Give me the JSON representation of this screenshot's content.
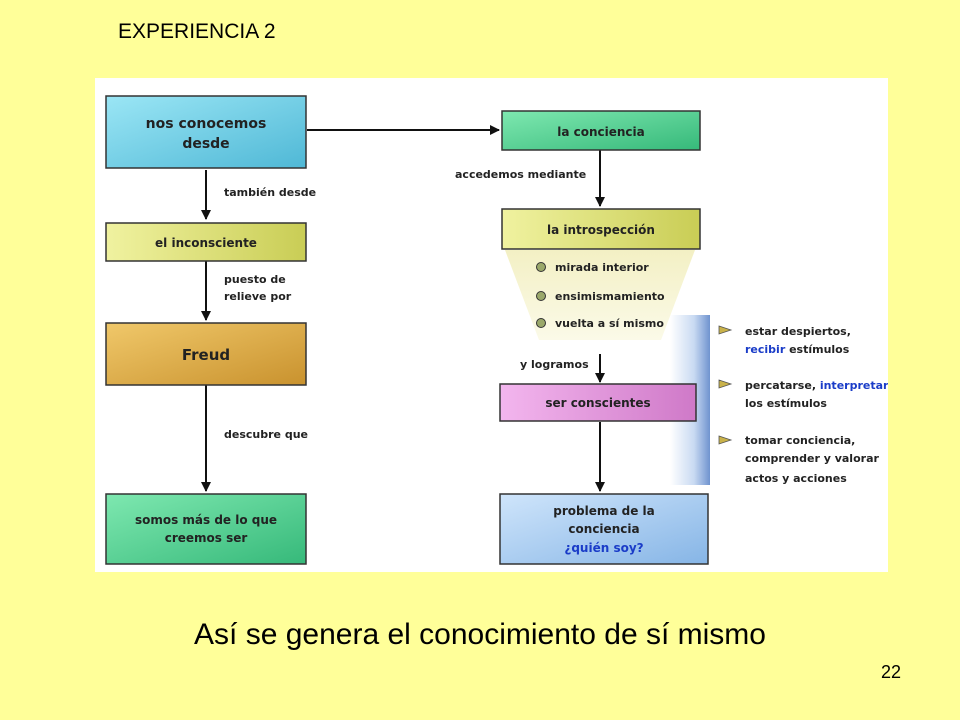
{
  "slide": {
    "title": "EXPERIENCIA 2",
    "caption": "Así se genera el conocimiento de sí mismo",
    "page_number": "22"
  },
  "diagram": {
    "boxes": {
      "nos_conocemos": [
        "nos conocemos",
        "desde"
      ],
      "inconsciente": "el inconsciente",
      "freud": "Freud",
      "somos_mas": [
        "somos más de lo que",
        "creemos ser"
      ],
      "conciencia": "la conciencia",
      "introspeccion": "la introspección",
      "ser_conscientes": "ser conscientes",
      "problema": [
        "problema de la",
        "conciencia"
      ],
      "problema_question": "¿quién soy?"
    },
    "connectors": {
      "tambien_desde": "también desde",
      "puesto_de": "puesto de",
      "relieve_por": "relieve por",
      "descubre_que": "descubre que",
      "accedemos_mediante": "accedemos mediante",
      "y_logramos": "y logramos"
    },
    "introspection_items": [
      "mirada interior",
      "ensimismamiento",
      "vuelta a sí mismo"
    ],
    "results": [
      {
        "lead": "estar despiertos,",
        "accent": "recibir",
        "rest": " estímulos"
      },
      {
        "lead": "percatarse, ",
        "accent": "interpretar",
        "rest": "los estímulos"
      },
      {
        "lead": "tomar conciencia,",
        "line2": "comprender y valorar",
        "line3": "actos y acciones"
      }
    ],
    "colors": {
      "cyan": "#7cd5e8",
      "yellow_green": "#e6e87a",
      "gold": "#e3b24f",
      "green": "#5fd69b",
      "pink": "#e59ae0",
      "light_blue": "#a9cff2",
      "accent_blue": "#1a3cc8"
    }
  }
}
